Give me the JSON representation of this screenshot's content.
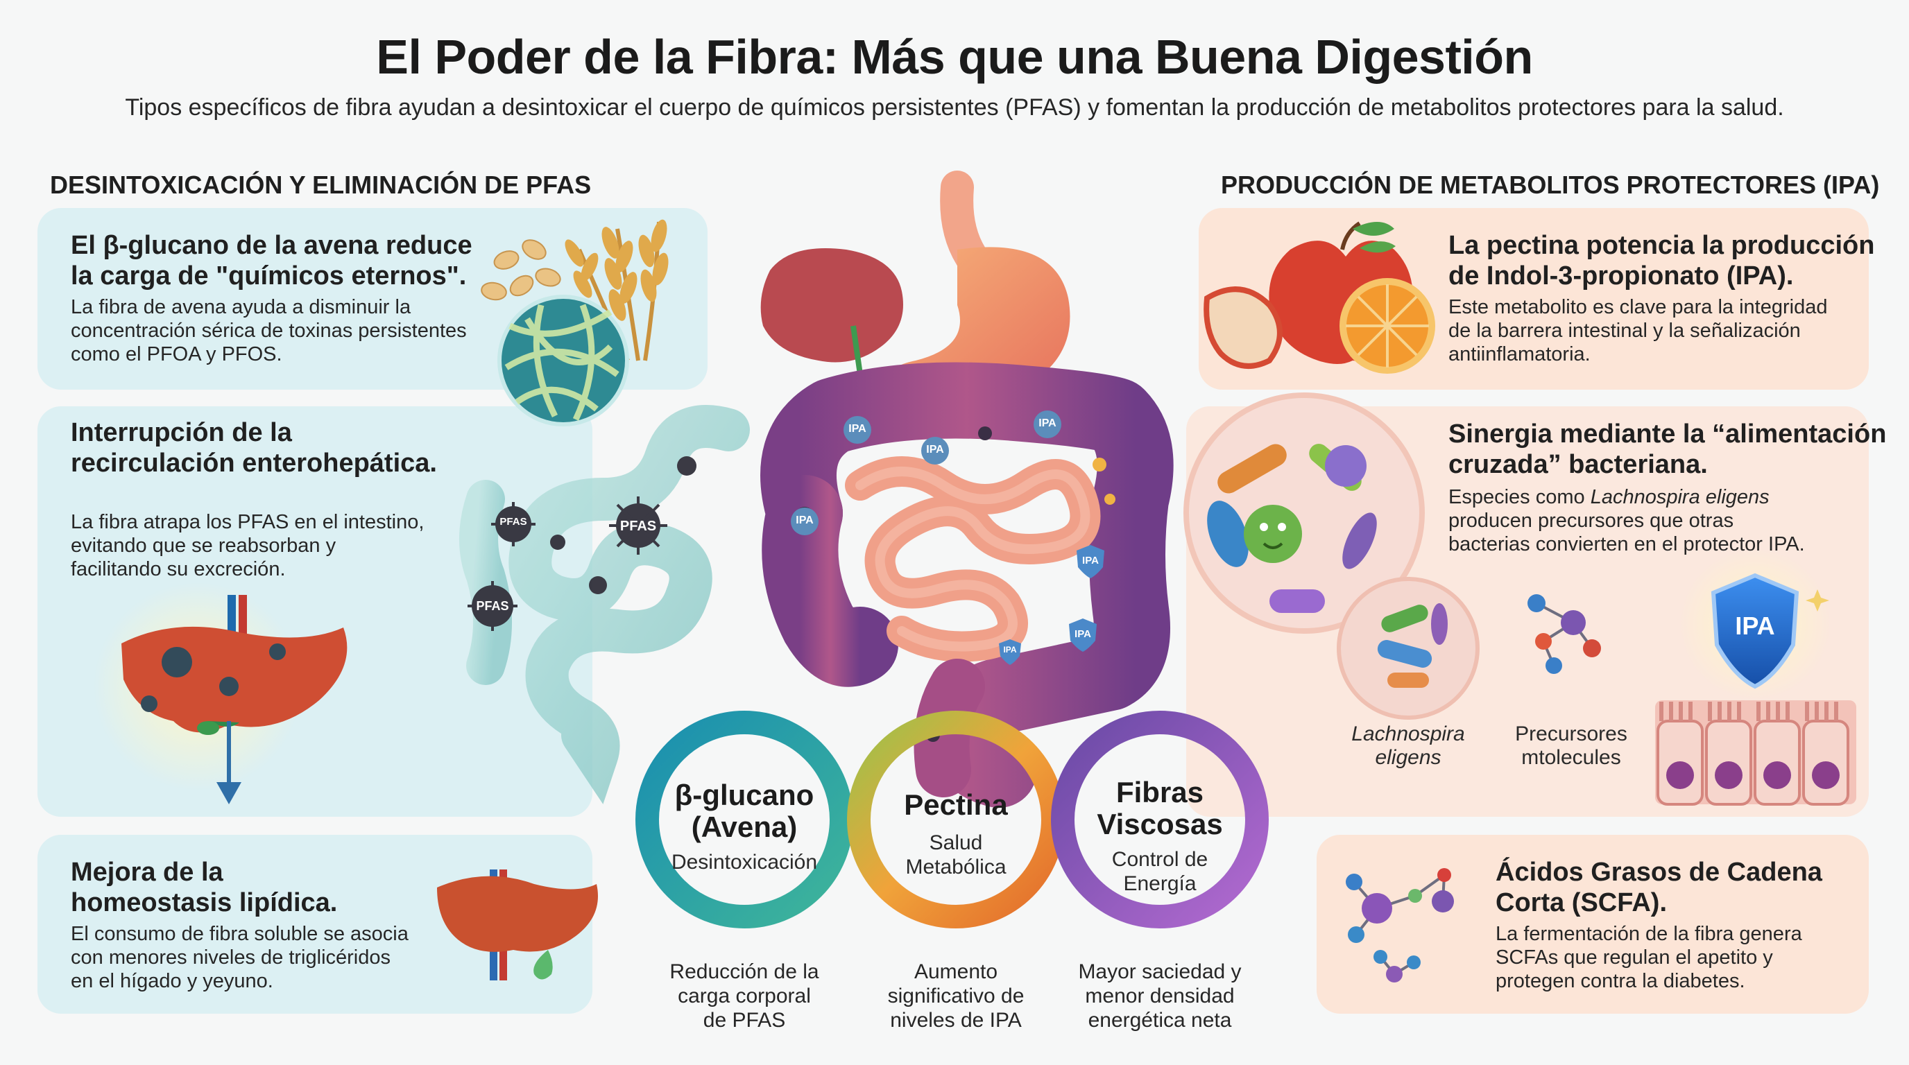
{
  "header": {
    "title": "El Poder de la Fibra: Más que una Buena Digestión",
    "subtitle": "Tipos específicos de fibra ayudan a desintoxicar el cuerpo de químicos persistentes (PFAS) y fomentan la producción de metabolitos protectores para la salud."
  },
  "left": {
    "heading": "DESINTOXICACIÓN Y ELIMINACIÓN DE PFAS",
    "cards": [
      {
        "title_line1": "El β-glucano de la avena reduce",
        "title_line2": "la carga de \"químicos eternos\".",
        "body_line1": "La fibra de avena ayuda a disminuir la",
        "body_line2": "concentración sérica de toxinas persistentes",
        "body_line3": "como el PFOA y PFOS."
      },
      {
        "title_line1": "Interrupción de la",
        "title_line2": "recirculación enterohepática.",
        "body_line1": "La fibra atrapa los PFAS en el intestino,",
        "body_line2": "evitando que se reabsorban y",
        "body_line3": "facilitando su excreción."
      },
      {
        "title_line1": "Mejora de la",
        "title_line2": "homeostasis lipídica.",
        "body_line1": "El consumo de fibra soluble se asocia",
        "body_line2": "con menores niveles de triglicéridos",
        "body_line3": "en el hígado y yeyuno."
      }
    ],
    "pfas_labels": [
      "PFAS",
      "PFAS",
      "PFAS"
    ]
  },
  "right": {
    "heading": "PRODUCCIÓN DE METABOLITOS PROTECTORES (IPA)",
    "cards": [
      {
        "title_line1": "La pectina potencia la producción",
        "title_line2": "de Indol-3-propionato (IPA).",
        "body_line1": "Este metabolito es clave para la integridad",
        "body_line2": "de la barrera intestinal y la señalización",
        "body_line3": "antiinflamatoria."
      },
      {
        "title_line1": "Sinergia mediante la “alimentación",
        "title_line2": "cruzada” bacteriana.",
        "body_line1_pre": "Especies como ",
        "body_line1_italic": "Lachnospira eligens",
        "body_line2": "producen precursores que otras",
        "body_line3": "bacterias convierten en el protector IPA."
      },
      {
        "title_line1": "Ácidos Grasos de Cadena",
        "title_line2": "Corta (SCFA).",
        "body_line1": "La fermentación de la fibra genera",
        "body_line2": "SCFAs que regulan el apetito y",
        "body_line3": "protegen contra la diabetes."
      }
    ],
    "bacteria_label_line1": "Lachnospira",
    "bacteria_label_line2": "eligens",
    "precursor_label_line1": "Precursores",
    "precursor_label_line2": "mtolecules",
    "shield_label": "IPA"
  },
  "center": {
    "ipa_labels": [
      "IPA",
      "IPA",
      "IPA",
      "IPA",
      "IPA",
      "IPA",
      "IPA"
    ],
    "rings": [
      {
        "title_line1": "β-glucano",
        "title_line2": "(Avena)",
        "sub_line1": "Desintoxicación",
        "foot_line1": "Reducción de la",
        "foot_line2": "carga corporal",
        "foot_line3": "de PFAS"
      },
      {
        "title_line1": "Pectina",
        "sub_line1": "Salud",
        "sub_line2": "Metabólica",
        "foot_line1": "Aumento",
        "foot_line2": "significativo de",
        "foot_line3": "niveles de IPA"
      },
      {
        "title_line1": "Fibras",
        "title_line2": "Viscosas",
        "sub_line1": "Control de",
        "sub_line2": "Energía",
        "foot_line1": "Mayor saciedad y",
        "foot_line2": "menor densidad",
        "foot_line3": "energética neta"
      }
    ]
  },
  "colors": {
    "left_card_bg": "#dff1f4",
    "right_card_bg": "#fce5d7",
    "liver": "#c9442f",
    "intestine": "#e88f78",
    "colon": "#8d3f83",
    "ring_teal": "#1a9aa8",
    "ring_orange": "#e88a2a",
    "ring_purple": "#7b4aa0",
    "shield_blue": "#1f6fd1"
  },
  "icons": [
    "oat-grain-icon",
    "fiber-mesh-icon",
    "gut-pfas-icon",
    "liver-icon",
    "apple-orange-icon",
    "bacteria-circle-icon",
    "molecule-icon",
    "ipa-shield-icon",
    "epithelium-icon",
    "scfa-molecule-icon"
  ]
}
